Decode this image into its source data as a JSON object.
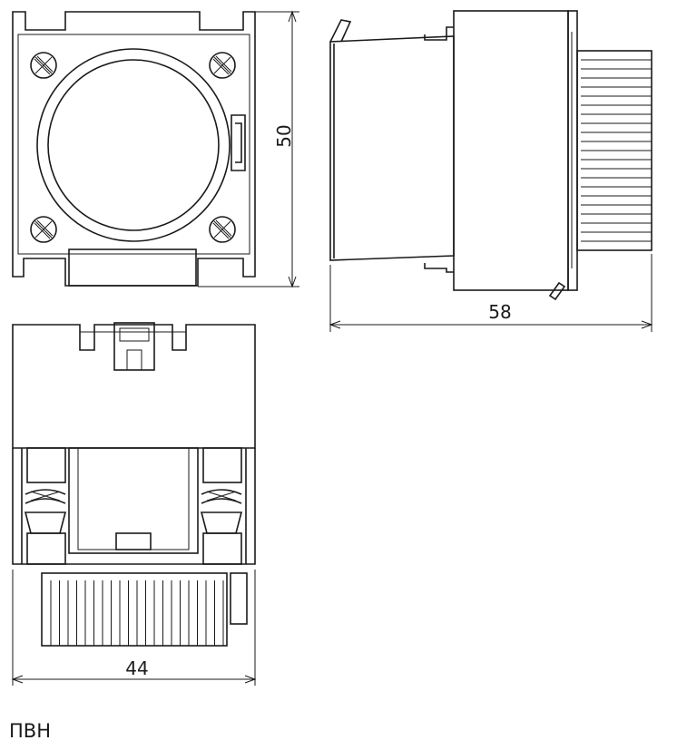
{
  "dimensions": {
    "height_front": "50",
    "depth_side": "58",
    "width_bottom": "44"
  },
  "caption": "ПВН",
  "colors": {
    "line": "#1a1a1a",
    "background": "#ffffff"
  }
}
